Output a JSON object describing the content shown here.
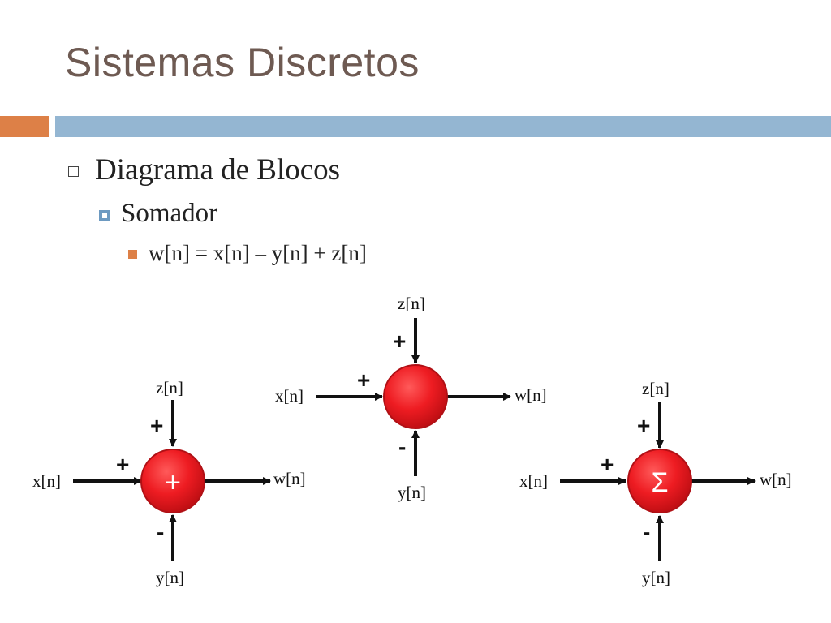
{
  "title": "Sistemas Discretos",
  "bullets": {
    "level1": "Diagrama de Blocos",
    "level2": "Somador",
    "level3": "w[n] = x[n] – y[n] + z[n]"
  },
  "labels": {
    "input_x": "x[n]",
    "input_y": "y[n]",
    "input_z": "z[n]",
    "output_w": "w[n]",
    "plus_sign": "+",
    "minus_sign": "-"
  },
  "blocks": {
    "left_symbol": "+",
    "middle_symbol": "",
    "right_symbol": "Σ"
  },
  "colors": {
    "title": "#6e5a52",
    "accent_orange": "#dd8047",
    "accent_blue": "#94b6d2",
    "node_red": "#e8161d"
  }
}
